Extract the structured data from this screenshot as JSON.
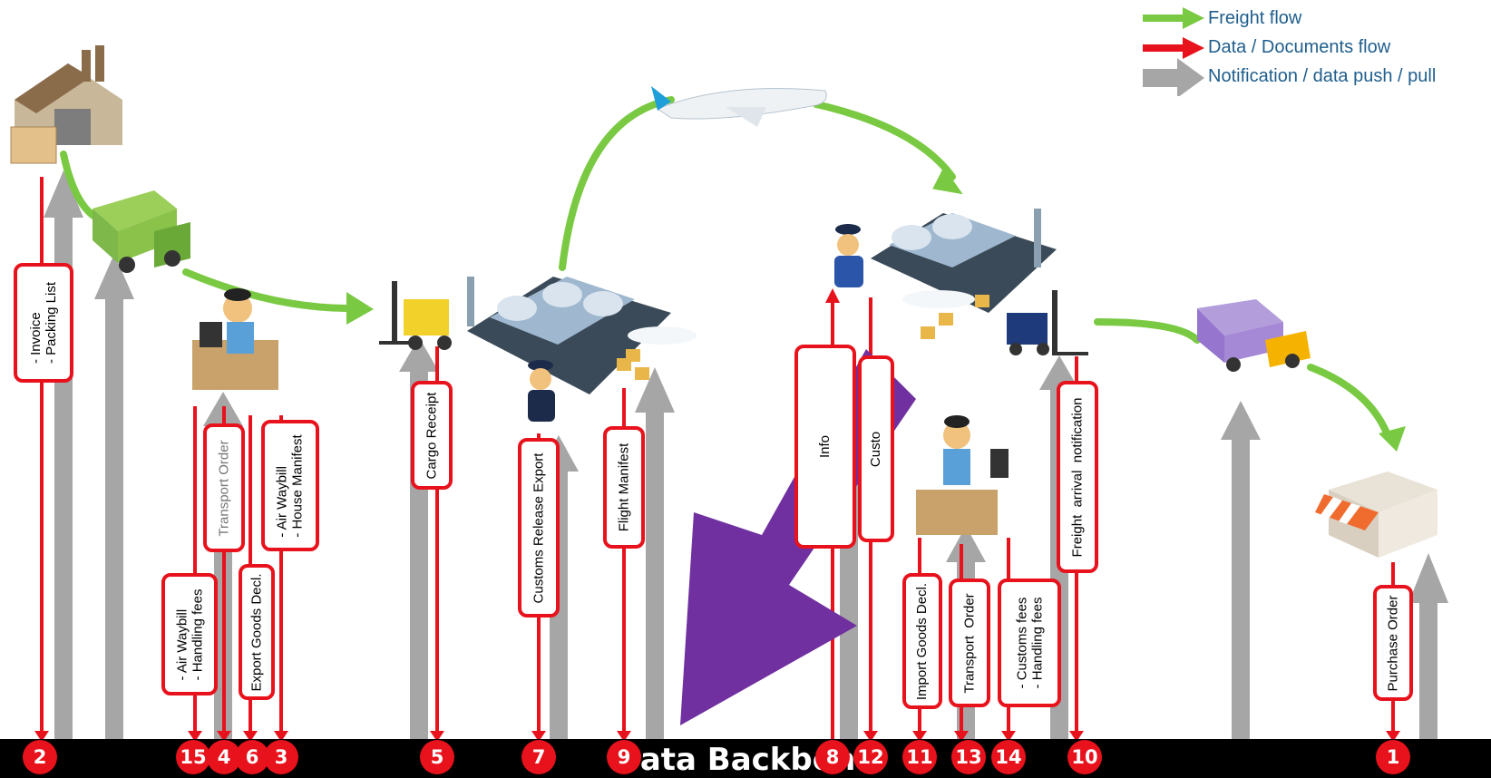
{
  "legend": {
    "freight": {
      "label": "Freight flow",
      "color": "#7ac943"
    },
    "data": {
      "label": "Data / Documents flow",
      "color": "#e8121c"
    },
    "notification": {
      "label": "Notification / data push  / pull",
      "color": "#a6a6a6"
    }
  },
  "backbone": {
    "title": "Data Backbone"
  },
  "documents": {
    "d1": "- Invoice\n- Packing List",
    "d2": "- Air Waybill\n- Handling fees",
    "d3": "Transport Order",
    "d4": "Export Goods Decl.",
    "d5": "- Air Waybill\n- House Manifest",
    "d6": "Cargo Receipt",
    "d7": "Customs Release Export",
    "d8": "Flight Manifest",
    "d9": "Info",
    "d10": "Custo",
    "d11": "Import Goods Decl.",
    "d12": "Transport  Order",
    "d13": "- Customs fees\n- Handling fees",
    "d14": "Freight  arrival  notification",
    "d15": "Purchase Order"
  },
  "steps": {
    "s2": "2",
    "s15": "15",
    "s4": "4",
    "s6": "6",
    "s3": "3",
    "s5": "5",
    "s7": "7",
    "s9": "9",
    "s8": "8",
    "s12": "12",
    "s11": "11",
    "s13": "13",
    "s14": "14",
    "s10": "10",
    "s1": "1"
  },
  "icons": {
    "factory": "factory-icon",
    "truck": "truck-icon",
    "clerk": "clerk-desk-icon",
    "forklift": "forklift-icon",
    "airport": "airport-icon",
    "plane": "airplane-icon",
    "officer": "customs-officer-icon",
    "store": "store-icon",
    "overlay": "purple-arrow-icon"
  }
}
